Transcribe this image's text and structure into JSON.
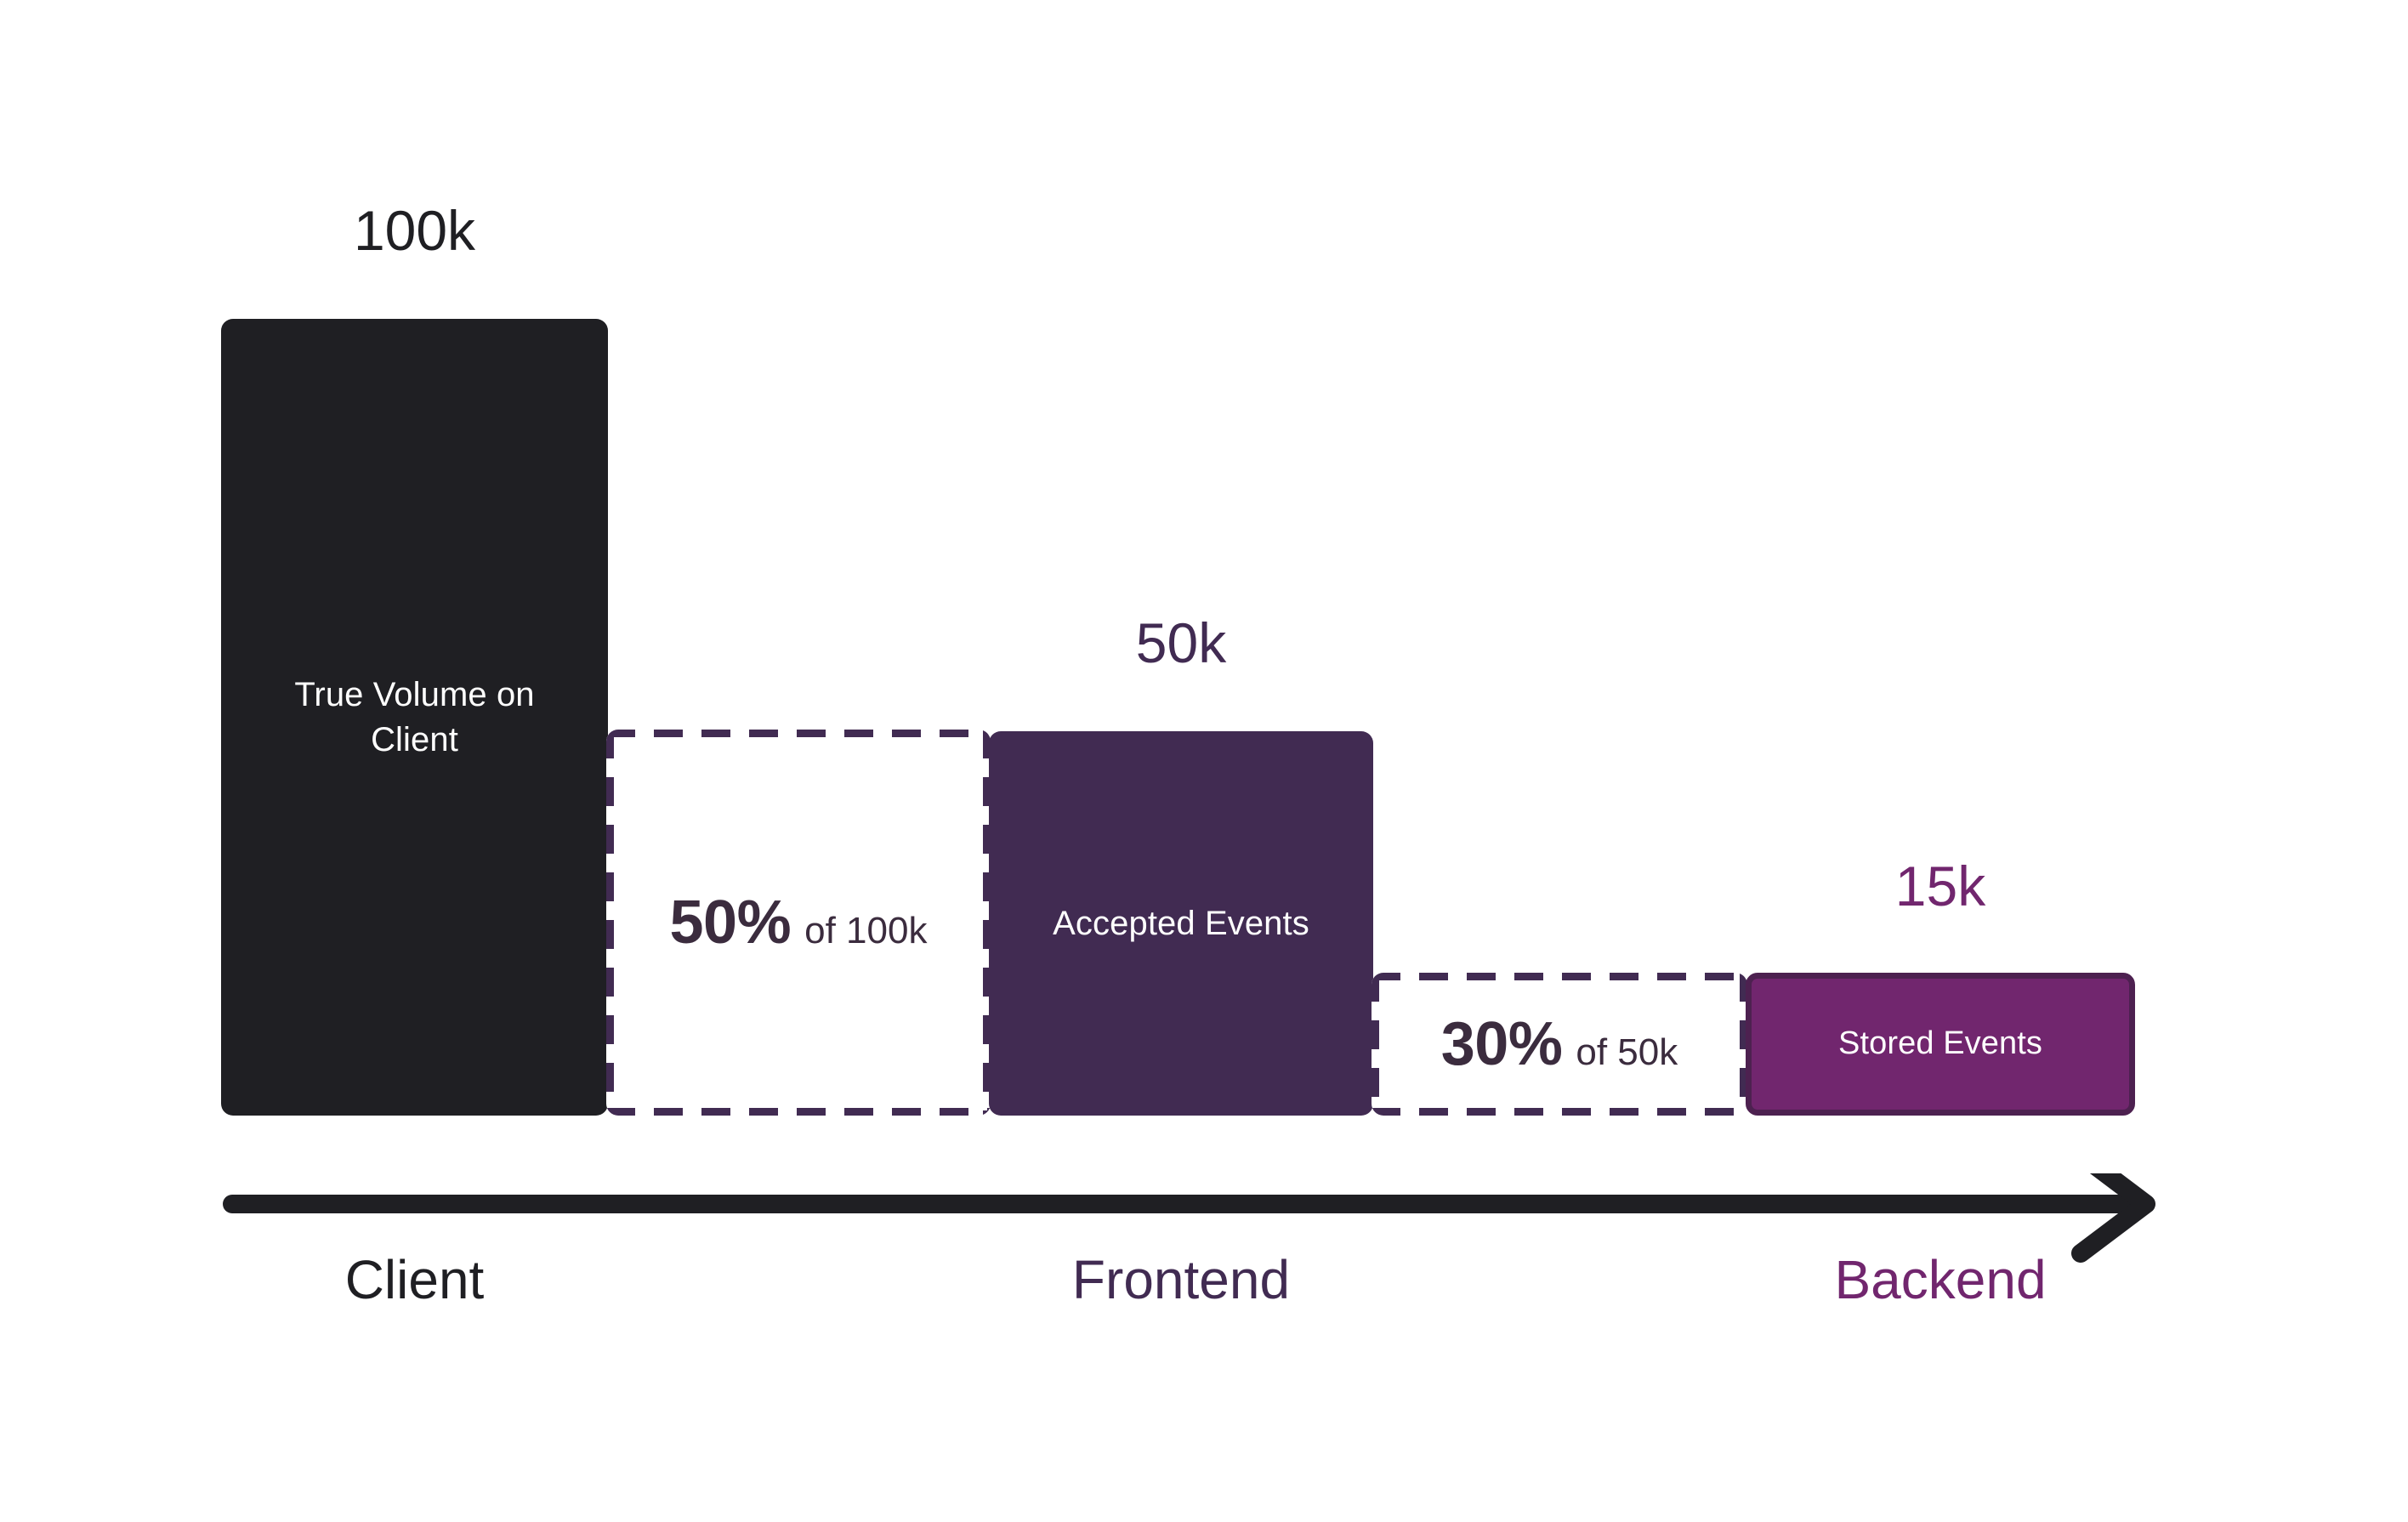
{
  "chart_data": {
    "type": "bar",
    "title": "",
    "subtitle": "",
    "xlabel": "",
    "ylabel": "",
    "grid": false,
    "legend_position": "none",
    "categories": [
      "Client",
      "Frontend",
      "Backend"
    ],
    "values": [
      100000,
      50000,
      15000
    ],
    "value_labels": [
      "100k",
      "50k",
      "15k"
    ],
    "bar_labels": [
      "True Volume on Client",
      "Accepted Events",
      "Stored Events"
    ],
    "drop_off_steps": [
      {
        "percent": "50%",
        "of_text": "of 100k",
        "from_value": 100000,
        "to_value": 50000
      },
      {
        "percent": "30%",
        "of_text": "of 50k",
        "from_value": 50000,
        "to_value": 15000
      }
    ],
    "colors": {
      "client_bar": "#1f1f23",
      "frontend_bar": "#412b52",
      "backend_bar": "#71266e",
      "backend_bar_border": "#4d2150",
      "dashed_border": "#412b52",
      "percent_text": "#3b2c3e",
      "axis_line": "#1f1f23",
      "background": "#ffffff",
      "bar_text": "#ffffff"
    }
  },
  "bars": [
    {
      "id": "client",
      "value_label": "100k",
      "inner_label": "True Volume on Client",
      "axis_label": "Client"
    },
    {
      "id": "frontend",
      "value_label": "50k",
      "inner_label": "Accepted Events",
      "axis_label": "Frontend"
    },
    {
      "id": "backend",
      "value_label": "15k",
      "inner_label": "Stored Events",
      "axis_label": "Backend"
    }
  ],
  "dropoffs": [
    {
      "id": "client-to-frontend",
      "percent": "50%",
      "of_text": "of 100k"
    },
    {
      "id": "frontend-to-backend",
      "percent": "30%",
      "of_text": "of 50k"
    }
  ],
  "axis": {
    "direction_icon": "arrow-right-icon"
  }
}
